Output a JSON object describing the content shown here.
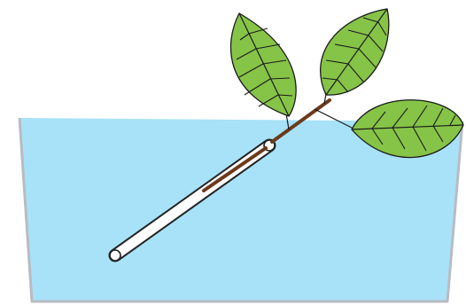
{
  "diagram": {
    "subject": "leafy-cutting-in-water-with-tube",
    "colors": {
      "water_fill": "#a8e2f8",
      "container_stroke": "#b8bcc2",
      "leaf_fill": "#86c448",
      "leaf_vein": "#1a1a1a",
      "stem": "#6b3a1c",
      "tube_fill": "#ffffff",
      "tube_stroke": "#222222"
    },
    "parts": [
      "water",
      "container",
      "tube",
      "stem",
      "leaf-top-left",
      "leaf-top-right",
      "leaf-right"
    ]
  }
}
